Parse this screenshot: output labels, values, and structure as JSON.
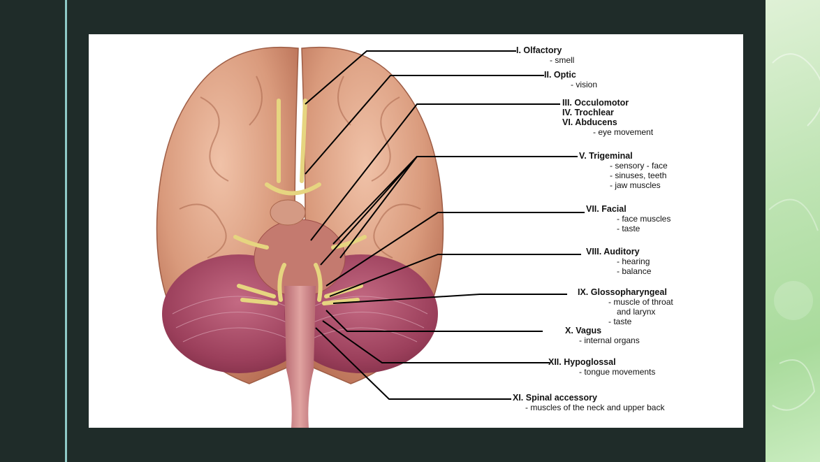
{
  "labels": [
    {
      "id": "olfactory",
      "name": "I. Olfactory",
      "desc": [
        "- smell"
      ]
    },
    {
      "id": "optic",
      "name": "II. Optic",
      "desc": [
        "- vision"
      ]
    },
    {
      "id": "eye",
      "names": [
        "III. Occulomotor",
        "IV. Trochlear",
        "VI. Abducens"
      ],
      "desc": [
        "- eye movement"
      ]
    },
    {
      "id": "trigeminal",
      "name": "V. Trigeminal",
      "desc": [
        "- sensory - face",
        "- sinuses, teeth",
        "- jaw muscles"
      ]
    },
    {
      "id": "facial",
      "name": "VII. Facial",
      "desc": [
        "- face muscles",
        "- taste"
      ]
    },
    {
      "id": "auditory",
      "name": "VIII. Auditory",
      "desc": [
        "- hearing",
        "- balance"
      ]
    },
    {
      "id": "glosso",
      "name": "IX. Glossopharyngeal",
      "desc": [
        "- muscle of throat",
        "and larynx",
        "- taste"
      ]
    },
    {
      "id": "vagus",
      "name": "X. Vagus",
      "desc": [
        "- internal organs"
      ]
    },
    {
      "id": "hypoglossal",
      "name": "XII. Hypoglossal",
      "desc": [
        "- tongue movements"
      ]
    },
    {
      "id": "spinal",
      "name": "XI. Spinal accessory",
      "desc": [
        "- muscles of the neck and upper back"
      ]
    }
  ],
  "colors": {
    "background": "#1f2c29",
    "accent_rule": "#8fc9c6",
    "card": "#ffffff",
    "brain": "#d9a184",
    "cerebellum": "#a9506a",
    "nerve": "#e6d580"
  }
}
